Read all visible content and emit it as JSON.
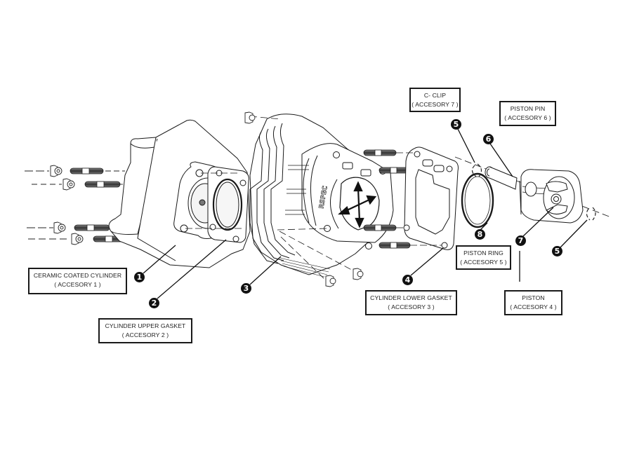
{
  "diagram": {
    "title": "",
    "brand_mark": "RSPEC",
    "parts": [
      {
        "number": "1",
        "name": "CERAMIC COATED CYLINDER",
        "accessory": "( ACCESORY 1 )"
      },
      {
        "number": "2",
        "name": "CYLINDER UPPER GASKET",
        "accessory": "( ACCESORY 2 )"
      },
      {
        "number": "3",
        "name": "",
        "accessory": ""
      },
      {
        "number": "4",
        "name": "CYLINDER LOWER GASKET",
        "accessory": "( ACCESORY 3 )"
      },
      {
        "number": "5",
        "name": "C- CLIP",
        "accessory": "( ACCESORY 7 )"
      },
      {
        "number": "6",
        "name": "PISTON PIN",
        "accessory": "( ACCESORY 6 )"
      },
      {
        "number": "7",
        "name": "PISTON",
        "accessory": "( ACCESORY 4 )"
      },
      {
        "number": "8",
        "name": "PISTON RING",
        "accessory": "( ACCESORY 5 )"
      }
    ],
    "labels": {
      "ceramic_cylinder": {
        "line1": "CERAMIC COATED CYLINDER",
        "line2": "( ACCESORY 1 )"
      },
      "upper_gasket": {
        "line1": "CYLINDER UPPER GASKET",
        "line2": "( ACCESORY 2 )"
      },
      "lower_gasket": {
        "line1": "CYLINDER LOWER GASKET",
        "line2": "( ACCESORY 3 )"
      },
      "piston_ring": {
        "line1": "PISTON RING",
        "line2": "( ACCESORY 5 )"
      },
      "piston": {
        "line1": "PISTON",
        "line2": "( ACCESORY 4 )"
      },
      "c_clip": {
        "line1": "C- CLIP",
        "line2": "( ACCESORY 7 )"
      },
      "piston_pin": {
        "line1": "PISTON PIN",
        "line2": "( ACCESORY 6 )"
      }
    },
    "badges": {
      "b1": "1",
      "b2": "2",
      "b3": "3",
      "b4": "4",
      "b5_top": "5",
      "b5_bottom": "5",
      "b6": "6",
      "b7": "7",
      "b8": "8"
    },
    "colors": {
      "line": "#1a1a1a",
      "stud_dark": "#4a4a4a",
      "background": "#ffffff"
    }
  }
}
